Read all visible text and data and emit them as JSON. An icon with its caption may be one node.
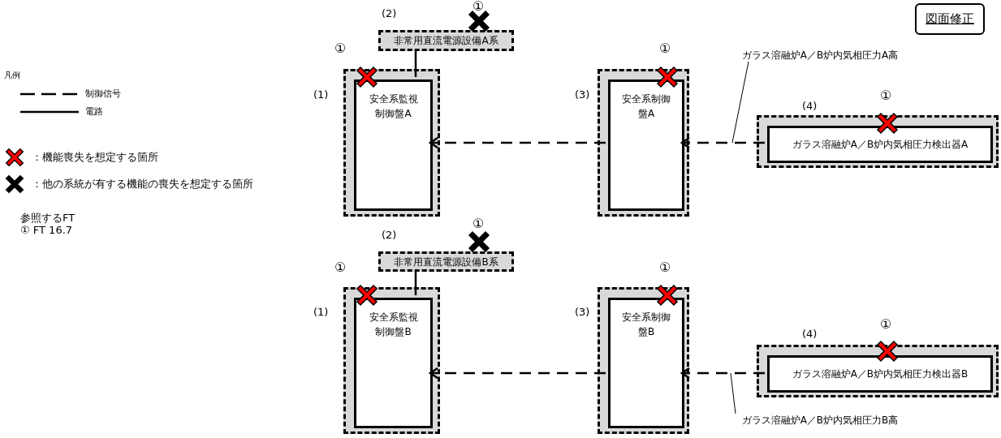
{
  "diagram": {
    "nodes": [
      {
        "text": [
          "非常用直流電源設備A系"
        ],
        "beside": [
          "(2)",
          "①"
        ]
      },
      {
        "text": [],
        "shape": "box",
        "beside": [
          "(1)",
          "①"
        ]
      },
      {
        "text": [
          "安全系監視制御盤A"
        ],
        "in": 1
      },
      {
        "text": [],
        "shape": "box",
        "beside": [
          "(3)",
          "①"
        ]
      },
      {
        "text": [
          "安全系制御盤A"
        ],
        "in": 3
      },
      {
        "text": [],
        "shape": "box",
        "beside": [
          "(4)",
          "①"
        ]
      },
      {
        "text": [
          "ガラス溶融炉A／B炉内気相圧力検出器A"
        ],
        "in": 5
      },
      {
        "text": [
          "ガラス溶融炉A／B炉内気相圧力A高"
        ]
      },
      {
        "text": [
          "非常用直流電源設備B系"
        ],
        "beside": [
          "(2)",
          "①"
        ]
      },
      {
        "text": [],
        "shape": "box",
        "beside": [
          "(1)",
          "①"
        ]
      },
      {
        "text": [
          "安全系監視制御盤B"
        ],
        "in": 9
      },
      {
        "text": [],
        "shape": "box",
        "beside": [
          "(3)",
          "①"
        ]
      },
      {
        "text": [
          "安全系制御盤B"
        ],
        "in": 11
      },
      {
        "text": [],
        "shape": "box",
        "beside": [
          "(4)",
          "①"
        ]
      },
      {
        "text": [
          "ガラス溶融炉A／B炉内気相圧力検出器B"
        ],
        "in": 13
      },
      {
        "text": [
          "ガラス溶融炉A／B炉内気相圧力B高"
        ]
      },
      {
        "text": [
          "図面修正"
        ]
      }
    ],
    "edges": [
      {
        "from": 0,
        "to": 2,
        "arrow": "none"
      },
      {
        "from": 4,
        "to": 2,
        "arrow": "to",
        "style": "dashed"
      },
      {
        "from": 6,
        "to": 4,
        "arrow": "to",
        "style": "dashed"
      },
      {
        "from": 7,
        "to": null,
        "arrow": "none"
      },
      {
        "from": 8,
        "to": 10,
        "arrow": "none"
      },
      {
        "from": 12,
        "to": 10,
        "arrow": "to",
        "style": "dashed"
      },
      {
        "from": 14,
        "to": 12,
        "arrow": "to",
        "style": "dashed"
      },
      {
        "from": 15,
        "to": null,
        "arrow": "none"
      }
    ],
    "labels": [
      "凡例",
      "参照するFT",
      "① FT 16.7"
    ],
    "legend": [
      {
        "text": "制御信号"
      },
      {
        "text": "電路"
      },
      {
        "text": "：機能喪失を想定する箇所"
      },
      {
        "text": "：他の系統が有する機能の喪失を想定する箇所"
      }
    ]
  }
}
